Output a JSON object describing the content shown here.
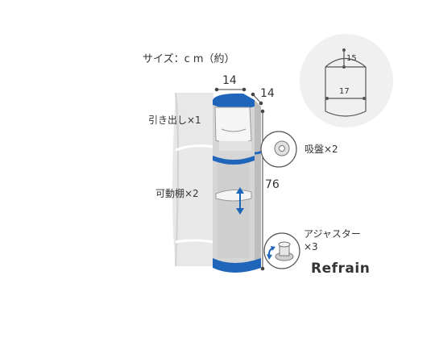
{
  "title": "サイズ：c m（約）",
  "dimensions": {
    "width": "14",
    "depth": "14",
    "height": "76"
  },
  "inset": {
    "top": "15",
    "bottom": "17"
  },
  "parts": {
    "drawer": "引き出し×1",
    "shelf": "可動棚×2",
    "suction": "吸盤×2",
    "adjuster_line1": "アジャスター",
    "adjuster_line2": "×3"
  },
  "brand": "Refrain",
  "colors": {
    "accent": "#1f66bb",
    "panel": "#dfdfdf",
    "panel_dark": "#c9c9c9",
    "text": "#333333",
    "inset_bg": "#f0f0f0"
  }
}
